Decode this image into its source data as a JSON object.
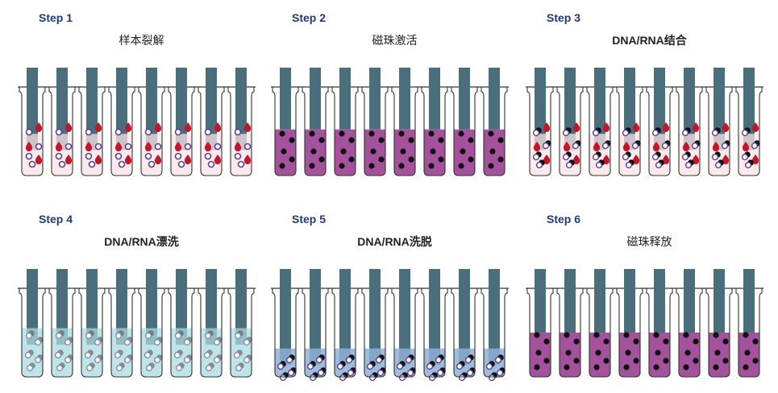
{
  "steps": [
    {
      "label": "Step 1",
      "title": "样本裂解",
      "liquid": "#f9e3e6",
      "liquid_opacity": 0.75,
      "fill": 0.47,
      "particles": "lysis"
    },
    {
      "label": "Step 2",
      "title": "磁珠激活",
      "liquid": "#a4529c",
      "liquid_opacity": 1,
      "fill": 0.52,
      "particles": "beads"
    },
    {
      "label": "Step 3",
      "title": "DNA/RNA结合",
      "liquid": "#f9e3e6",
      "liquid_opacity": 0.75,
      "fill": 0.47,
      "particles": "binding"
    },
    {
      "label": "Step 4",
      "title": "DNA/RNA漂洗",
      "liquid": "#a9dbe0",
      "liquid_opacity": 0.75,
      "fill": 0.55,
      "particles": "wash"
    },
    {
      "label": "Step 5",
      "title": "DNA/RNA洗脱",
      "liquid": "#8fb0d6",
      "liquid_opacity": 0.85,
      "fill": 0.32,
      "particles": "elute"
    },
    {
      "label": "Step 6",
      "title": "磁珠释放",
      "liquid": "#a4529c",
      "liquid_opacity": 1,
      "fill": 0.5,
      "particles": "beads"
    }
  ],
  "colors": {
    "rod": "#4b6e7d",
    "outline": "#333333",
    "drop": "#c0182a",
    "ring": "#5b3f8f",
    "bead": "#111111"
  }
}
